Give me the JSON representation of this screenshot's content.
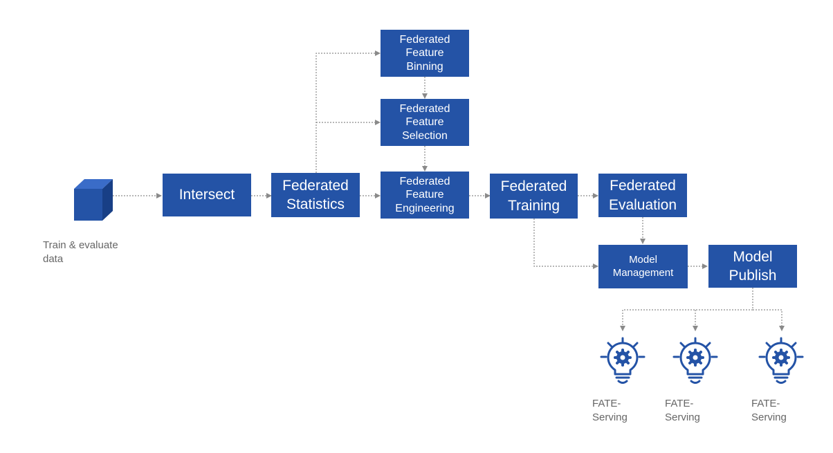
{
  "colors": {
    "box": "#2453a6",
    "connector": "#8a8a8a",
    "label": "#666666"
  },
  "data_source": {
    "icon": "data-cube-icon",
    "label": "Train & evaluate\ndata"
  },
  "boxes": {
    "intersect": "Intersect",
    "statistics": "Federated\nStatistics",
    "binning": "Federated\nFeature\nBinning",
    "selection": "Federated\nFeature\nSelection",
    "engineering": "Federated\nFeature\nEngineering",
    "training": "Federated\nTraining",
    "evaluation": "Federated\nEvaluation",
    "management": "Model\nManagement",
    "publish": "Model\nPublish"
  },
  "serving": [
    {
      "icon": "lightbulb-gear-icon",
      "label": "FATE-\nServing"
    },
    {
      "icon": "lightbulb-gear-icon",
      "label": "FATE-\nServing"
    },
    {
      "icon": "lightbulb-gear-icon",
      "label": "FATE-\nServing"
    }
  ]
}
